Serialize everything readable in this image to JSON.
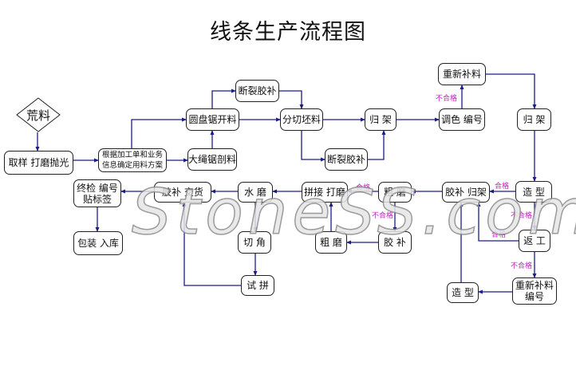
{
  "title": "线条生产流程图",
  "watermark": "StoneSS.com",
  "colors": {
    "line": "#1c1c8a",
    "label": "#c020c0"
  },
  "nodes": {
    "raw": "荒料",
    "sample": "取样  打磨抛光",
    "plan": "根据加工单和业务\n信息确定用料方案",
    "circular_saw": "圆盘锯开料",
    "break_patch_top": "断裂胶补",
    "wire_saw": "大绳锯剖料",
    "cut_blank": "分切坯料",
    "shelve_mid": "归  架",
    "break_patch_low": "断裂胶补",
    "refill_top": "重新补料",
    "color_number": "调色  编号",
    "shelve_right": "归  架",
    "shape": "造  型",
    "patch_shelve": "胶补  归架",
    "rough_top": "粗  磨",
    "join_grind": "拼接  打磨",
    "water_grind": "水  磨",
    "patch_deliver": "胶补  交货",
    "final_check": "终检  编号\n贴标签",
    "pack": "包装  入库",
    "corner_cut": "切  角",
    "trial_fit": "试  拼",
    "rough_low": "粗  磨",
    "patch_low": "胶  补",
    "rework": "返  工",
    "refill_number": "重新补料\n编号",
    "shape_low": "造  型"
  },
  "labels": {
    "fail_1": "不合格",
    "pass_1": "合格",
    "pass_2": "合格",
    "fail_2": "不合格",
    "fail_3": "不合格",
    "pass_3": "合格",
    "fail_4": "不合格"
  }
}
